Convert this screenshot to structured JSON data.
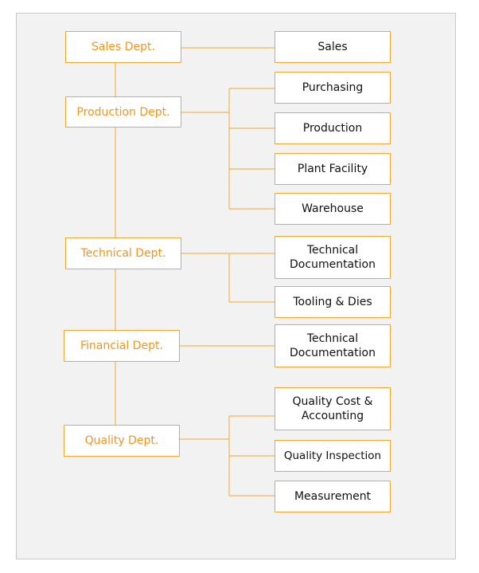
{
  "colors": {
    "accent": "#f0a830",
    "dept_text": "#f0961e",
    "panel": "#f2f2f2"
  },
  "departments": [
    {
      "label": "Sales Dept.",
      "children": [
        "Sales"
      ]
    },
    {
      "label": "Production Dept.",
      "children": [
        "Purchasing",
        "Production",
        "Plant Facility",
        "Warehouse"
      ]
    },
    {
      "label": "Technical Dept.",
      "children": [
        "Technical Documentation",
        "Tooling & Dies"
      ]
    },
    {
      "label": "Financial Dept.",
      "children": [
        "Technical Documentation"
      ]
    },
    {
      "label": "Quality Dept.",
      "children": [
        "Quality Cost & Accounting",
        "Quality Inspection",
        "Measurement"
      ]
    }
  ]
}
